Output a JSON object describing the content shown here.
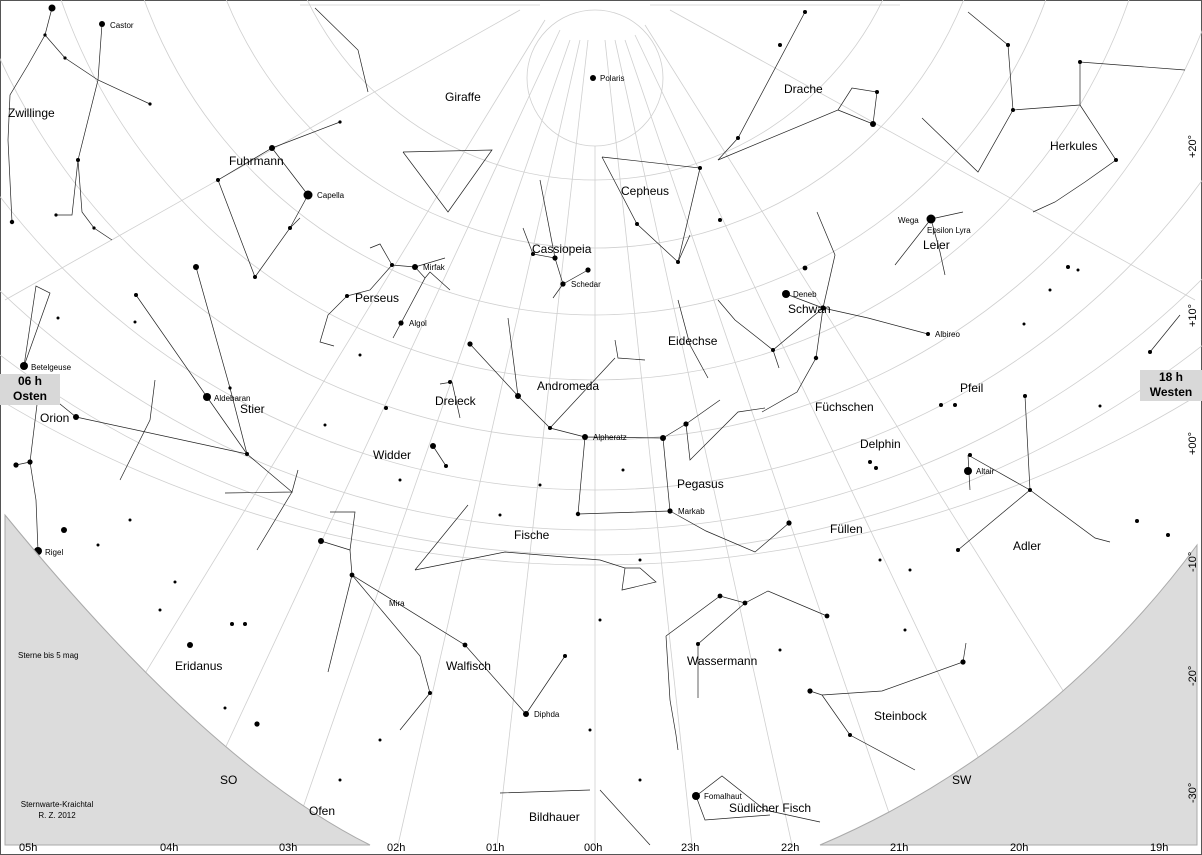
{
  "east_marker": {
    "hour": "06 h",
    "dir": "Osten"
  },
  "west_marker": {
    "hour": "18 h",
    "dir": "Westen"
  },
  "horizon_labels": {
    "southeast": "SO",
    "southwest": "SW"
  },
  "ra_labels": [
    "05h",
    "04h",
    "03h",
    "02h",
    "01h",
    "00h",
    "23h",
    "22h",
    "21h",
    "20h",
    "19h"
  ],
  "dec_labels": [
    "+20°",
    "+10°",
    "+00°",
    "-10°",
    "-20°",
    "-30°"
  ],
  "note_magnitude": "Sterne bis 5 mag",
  "credit": [
    "Sternwarte-Kraichtal",
    "R. Z. 2012"
  ],
  "constellations": [
    "Castor",
    "Zwillinge",
    "Giraffe",
    "Drache",
    "Herkules",
    "Fuhrmann",
    "Cepheus",
    "Cassiopeia",
    "Leier",
    "Perseus",
    "Schwan",
    "Eidechse",
    "Andromeda",
    "Pfeil",
    "Orion",
    "Stier",
    "Dreieck",
    "Füchschen",
    "Widder",
    "Delphin",
    "Pegasus",
    "Fische",
    "Füllen",
    "Adler",
    "Eridanus",
    "Walfisch",
    "Wassermann",
    "Steinbock",
    "Ofen",
    "Bildhauer",
    "Südlicher Fisch"
  ],
  "stars": [
    "Polaris",
    "Capella",
    "Wega",
    "Epsilon Lyra",
    "Mirfak",
    "Schedar",
    "Deneb",
    "Algol",
    "Albireo",
    "Betelgeuse",
    "Aldebaran",
    "Alpheratz",
    "Altair",
    "Rigel",
    "Markab",
    "Mira",
    "Diphda",
    "Fomalhaut"
  ]
}
